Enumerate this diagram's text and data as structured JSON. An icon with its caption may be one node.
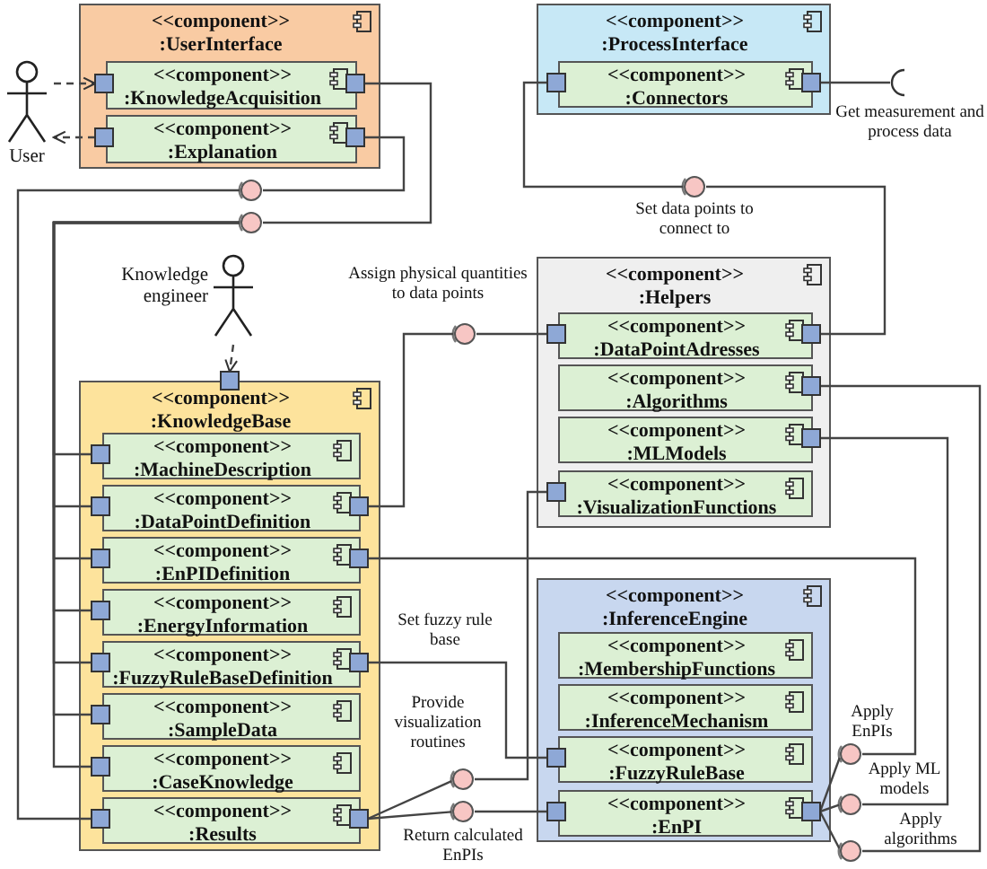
{
  "diagram": {
    "nodes": [
      {
        "text": [
          "<<component>>",
          ":UserInterface"
        ]
      },
      {
        "text": [
          "<<component>>",
          ":KnowledgeAcquisition"
        ],
        "in": 0
      },
      {
        "text": [
          "<<component>>",
          ":Explanation"
        ],
        "in": 0
      },
      {
        "text": [
          "User"
        ]
      },
      {
        "text": [
          "Knowledge engineer"
        ]
      },
      {
        "text": [
          "<<component>>",
          ":KnowledgeBase"
        ]
      },
      {
        "text": [
          "<<component>>",
          ":MachineDescription"
        ],
        "in": 5
      },
      {
        "text": [
          "<<component>>",
          ":DataPointDefinition"
        ],
        "in": 5
      },
      {
        "text": [
          "<<component>>",
          ":EnPIDefinition"
        ],
        "in": 5
      },
      {
        "text": [
          "<<component>>",
          ":EnergyInformation"
        ],
        "in": 5
      },
      {
        "text": [
          "<<component>>",
          ":FuzzyRuleBaseDefinition"
        ],
        "in": 5
      },
      {
        "text": [
          "<<component>>",
          ":SampleData"
        ],
        "in": 5
      },
      {
        "text": [
          "<<component>>",
          ":CaseKnowledge"
        ],
        "in": 5
      },
      {
        "text": [
          "<<component>>",
          ":Results"
        ],
        "in": 5
      },
      {
        "text": [
          "<<component>>",
          ":ProcessInterface"
        ]
      },
      {
        "text": [
          "<<component>>",
          ":Connectors"
        ],
        "in": 14
      },
      {
        "text": [
          "<<component>>",
          ":Helpers"
        ]
      },
      {
        "text": [
          "<<component>>",
          ":DataPointAdresses"
        ],
        "in": 16
      },
      {
        "text": [
          "<<component>>",
          ":Algorithms"
        ],
        "in": 16
      },
      {
        "text": [
          "<<component>>",
          ":MLModels"
        ],
        "in": 16
      },
      {
        "text": [
          "<<component>>",
          ":VisualizationFunctions"
        ],
        "in": 16
      },
      {
        "text": [
          "<<component>>",
          ":InferenceEngine"
        ]
      },
      {
        "text": [
          "<<component>>",
          ":MembershipFunctions"
        ],
        "in": 21
      },
      {
        "text": [
          "<<component>>",
          ":InferenceMechanism"
        ],
        "in": 21
      },
      {
        "text": [
          "<<component>>",
          ":FuzzyRuleBase"
        ],
        "in": 21
      },
      {
        "text": [
          "<<component>>",
          ":EnPI"
        ],
        "in": 21
      },
      {
        "text": [],
        "shape": "circle"
      },
      {
        "text": [],
        "shape": "circle"
      },
      {
        "text": [],
        "shape": "circle",
        "beside": [
          "Set data points to connect to"
        ]
      },
      {
        "text": [],
        "shape": "circle",
        "beside": [
          "Assign physical quantities to data points"
        ]
      },
      {
        "text": [],
        "shape": "circle",
        "beside": [
          "Provide visualization routines"
        ]
      },
      {
        "text": [],
        "shape": "circle",
        "beside": [
          "Return calculated EnPIs"
        ]
      },
      {
        "text": [],
        "shape": "circle",
        "beside": [
          "Apply EnPIs"
        ]
      },
      {
        "text": [],
        "shape": "circle",
        "beside": [
          "Apply ML models"
        ]
      },
      {
        "text": [],
        "shape": "circle",
        "beside": [
          "Apply algorithms"
        ]
      },
      {
        "text": [],
        "shape": "socket",
        "beside": [
          "Get measurement and process data"
        ]
      }
    ],
    "edges": [
      {
        "from": 3,
        "to": 1,
        "arrow": "to",
        "style": "dashed"
      },
      {
        "from": 2,
        "to": 3,
        "arrow": "to",
        "style": "dashed"
      },
      {
        "from": 4,
        "to": 5,
        "arrow": "to",
        "style": "dashed"
      },
      {
        "from": 2,
        "to": 26,
        "arrow": "none"
      },
      {
        "from": 26,
        "to": 13,
        "arrow": "none"
      },
      {
        "from": 1,
        "to": 27,
        "arrow": "none"
      },
      {
        "from": 27,
        "to": 6,
        "arrow": "none"
      },
      {
        "from": 27,
        "to": 7,
        "arrow": "none"
      },
      {
        "from": 27,
        "to": 8,
        "arrow": "none"
      },
      {
        "from": 27,
        "to": 9,
        "arrow": "none"
      },
      {
        "from": 27,
        "to": 10,
        "arrow": "none"
      },
      {
        "from": 27,
        "to": 11,
        "arrow": "none"
      },
      {
        "from": 27,
        "to": 12,
        "arrow": "none"
      },
      {
        "from": 15,
        "to": 28,
        "arrow": "none"
      },
      {
        "from": 28,
        "to": 17,
        "arrow": "none"
      },
      {
        "from": 7,
        "to": 29,
        "arrow": "none"
      },
      {
        "from": 29,
        "to": 17,
        "arrow": "none"
      },
      {
        "from": 10,
        "to": 24,
        "arrow": "none",
        "label": "Set fuzzy rule base"
      },
      {
        "from": 13,
        "to": 30,
        "arrow": "none"
      },
      {
        "from": 30,
        "to": 20,
        "arrow": "none"
      },
      {
        "from": 13,
        "to": 31,
        "arrow": "none"
      },
      {
        "from": 31,
        "to": 25,
        "arrow": "none"
      },
      {
        "from": 8,
        "to": 32,
        "arrow": "none"
      },
      {
        "from": 32,
        "to": 25,
        "arrow": "none"
      },
      {
        "from": 19,
        "to": 33,
        "arrow": "none"
      },
      {
        "from": 33,
        "to": 25,
        "arrow": "none"
      },
      {
        "from": 18,
        "to": 34,
        "arrow": "none"
      },
      {
        "from": 34,
        "to": 25,
        "arrow": "none"
      },
      {
        "from": 15,
        "to": 35,
        "arrow": "none"
      }
    ]
  }
}
